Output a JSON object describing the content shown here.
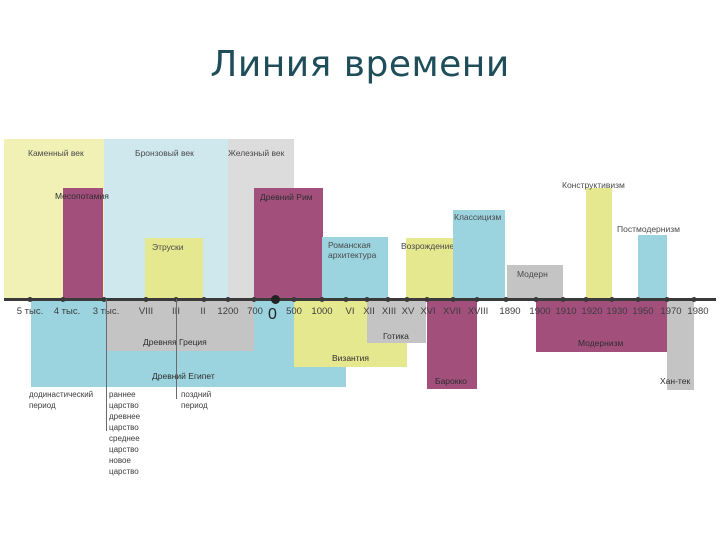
{
  "title": "Линия времени",
  "periods_top": [
    {
      "id": "stone-age",
      "label": "Каменный век",
      "color": "#f1f1b6"
    },
    {
      "id": "bronze-age",
      "label": "Бронзовый век",
      "color": "#cfe8ee"
    },
    {
      "id": "iron-age",
      "label": "Железный век",
      "color": "#dcdcdc"
    },
    {
      "id": "mesopotamia",
      "label": "Месопотамия",
      "color": "#a24f7c"
    },
    {
      "id": "etruscans",
      "label": "Этруски",
      "color": "#e6e890"
    },
    {
      "id": "ancient-rome",
      "label": "Древний Рим",
      "color": "#a24f7c"
    },
    {
      "id": "romanesque",
      "label": "Романская архитектура",
      "color": "#9bd3de"
    },
    {
      "id": "renaissance",
      "label": "Возрождение",
      "color": "#e6e890"
    },
    {
      "id": "classicism",
      "label": "Классицизм",
      "color": "#9bd3de"
    },
    {
      "id": "modern",
      "label": "Модерн",
      "color": "#c4c4c4"
    },
    {
      "id": "constructivism",
      "label": "Конструктивизм",
      "color": "#e6e890"
    },
    {
      "id": "postmodernism",
      "label": "Постмодернизм",
      "color": "#9bd3de"
    }
  ],
  "periods_bottom": [
    {
      "id": "ancient-greece",
      "label": "Древняя Греция",
      "color": "#c4c4c4"
    },
    {
      "id": "ancient-egypt",
      "label": "Древний Египет",
      "color": "#9bd3de"
    },
    {
      "id": "byzantium",
      "label": "Византия",
      "color": "#e6e890"
    },
    {
      "id": "gothic",
      "label": "Готика",
      "color": "#c4c4c4"
    },
    {
      "id": "baroque",
      "label": "Барокко",
      "color": "#a24f7c"
    },
    {
      "id": "modernism",
      "label": "Модернизм",
      "color": "#a24f7c"
    },
    {
      "id": "hi-tech",
      "label": "Хан-тек",
      "color": "#c4c4c4"
    }
  ],
  "ticks": [
    "5 тыс.",
    "4 тыс.",
    "3 тыс.",
    "VIII",
    "III",
    "II",
    "1200",
    "700",
    "500",
    "1000",
    "VI",
    "XII",
    "XIII",
    "XV",
    "XVI",
    "XVII",
    "XVIII",
    "1890",
    "1900",
    "1910",
    "1920",
    "1930",
    "1950",
    "1970",
    "1980"
  ],
  "zero": "0",
  "egypt_notes": {
    "predynastic": "додинастический\nпериод",
    "kingdoms": "раннее царство\nдревнее царство\nсреднее царство\nновое царство",
    "late": "поздний период"
  }
}
